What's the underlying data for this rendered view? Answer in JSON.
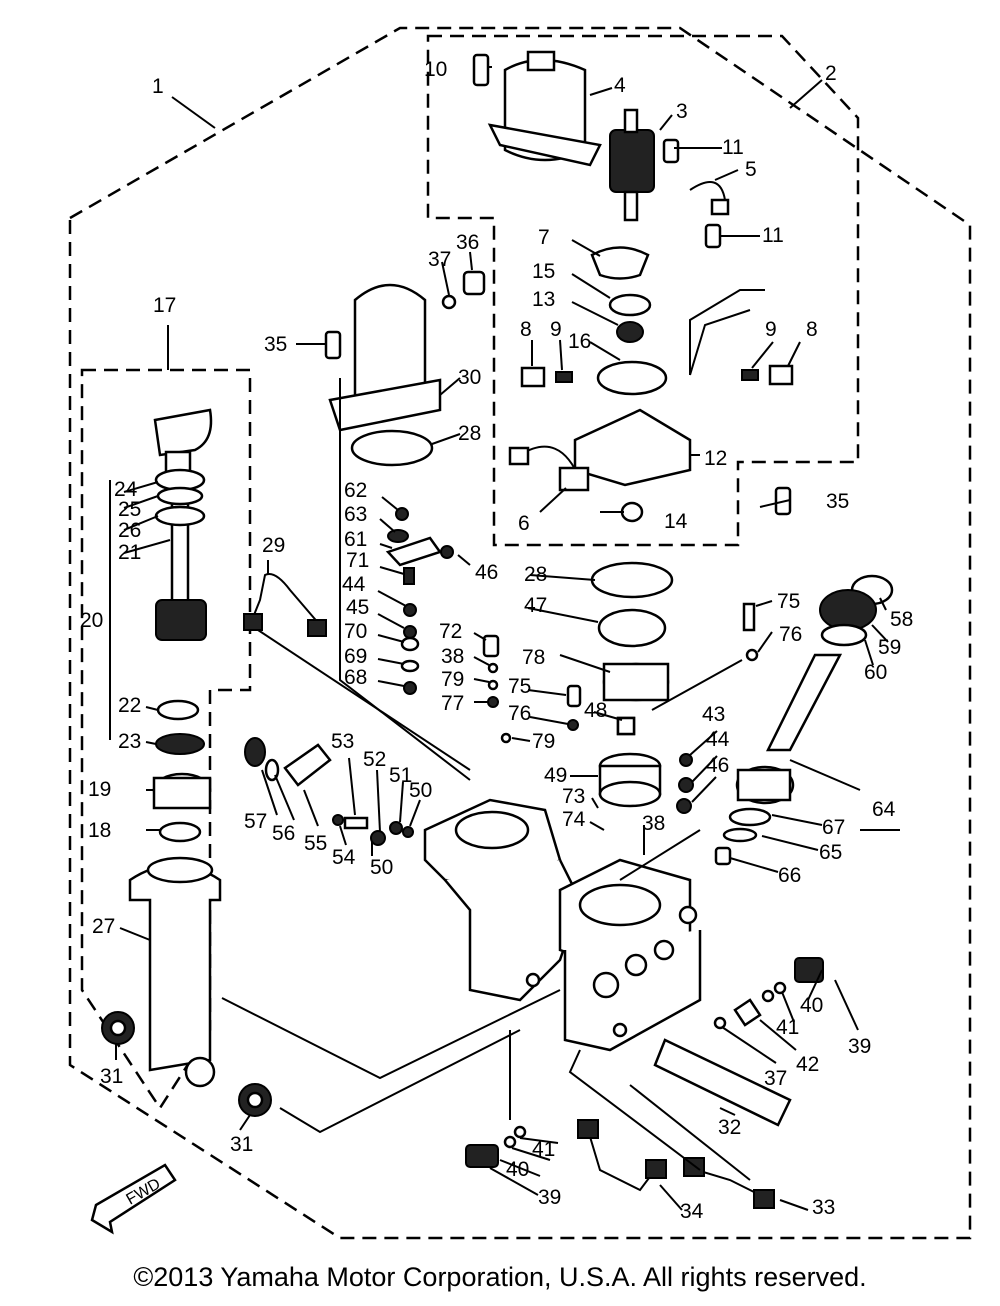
{
  "diagram": {
    "callouts": {
      "c1": "1",
      "c2": "2",
      "c3": "3",
      "c4": "4",
      "c5": "5",
      "c6": "6",
      "c7": "7",
      "c8a": "8",
      "c8b": "8",
      "c9a": "9",
      "c9b": "9",
      "c10": "10",
      "c11a": "11",
      "c11b": "11",
      "c12": "12",
      "c13": "13",
      "c14": "14",
      "c15": "15",
      "c16": "16",
      "c17": "17",
      "c18": "18",
      "c19": "19",
      "c20": "20",
      "c21": "21",
      "c22": "22",
      "c23": "23",
      "c24": "24",
      "c25": "25",
      "c26": "26",
      "c27": "27",
      "c28a": "28",
      "c28b": "28",
      "c29": "29",
      "c30": "30",
      "c31a": "31",
      "c31b": "31",
      "c32": "32",
      "c33": "33",
      "c34": "34",
      "c35a": "35",
      "c35b": "35",
      "c36": "36",
      "c37a": "37",
      "c37b": "37",
      "c38a": "38",
      "c38b": "38",
      "c39a": "39",
      "c39b": "39",
      "c40a": "40",
      "c40b": "40",
      "c41a": "41",
      "c41b": "41",
      "c42": "42",
      "c43": "43",
      "c44a": "44",
      "c44b": "44",
      "c45": "45",
      "c46a": "46",
      "c46b": "46",
      "c47": "47",
      "c48": "48",
      "c49": "49",
      "c50a": "50",
      "c50b": "50",
      "c51": "51",
      "c52": "52",
      "c53": "53",
      "c54": "54",
      "c55": "55",
      "c56": "56",
      "c57": "57",
      "c58": "58",
      "c59": "59",
      "c60": "60",
      "c61": "61",
      "c62": "62",
      "c63": "63",
      "c64": "64",
      "c65": "65",
      "c66": "66",
      "c67": "67",
      "c68": "68",
      "c69": "69",
      "c70": "70",
      "c71": "71",
      "c72": "72",
      "c73": "73",
      "c74": "74",
      "c75a": "75",
      "c75b": "75",
      "c76a": "76",
      "c76b": "76",
      "c77": "77",
      "c78": "78",
      "c79a": "79",
      "c79b": "79"
    },
    "fwd_label": "FWD",
    "copyright": "©2013 Yamaha Motor Corporation, U.S.A. All rights reserved."
  }
}
